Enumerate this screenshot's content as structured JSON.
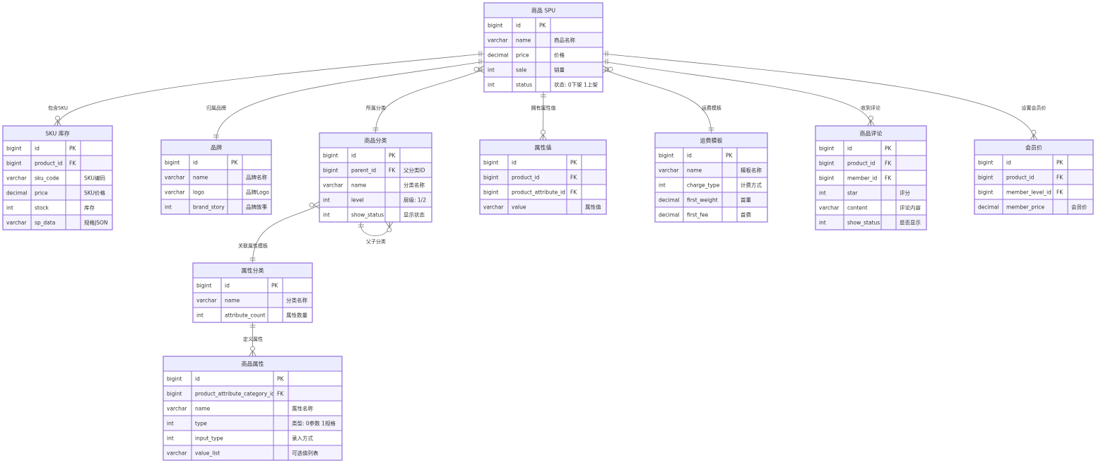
{
  "diagram": {
    "colors": {
      "border": "#9370db",
      "header_bg": "#ececff",
      "row_odd": "#ffffff",
      "row_even": "#f4f2ff",
      "line": "#777777",
      "text": "#333333"
    },
    "entities": [
      {
        "id": "spu",
        "title": "商品 SPU",
        "rows": [
          [
            "bigint",
            "id",
            "PK",
            ""
          ],
          [
            "varchar",
            "name",
            "",
            "商品名称"
          ],
          [
            "decimal",
            "price",
            "",
            "价格"
          ],
          [
            "int",
            "sale",
            "",
            "销量"
          ],
          [
            "int",
            "status",
            "",
            "状态: 0下架 1上架"
          ]
        ]
      },
      {
        "id": "sku",
        "title": "SKU 库存",
        "rows": [
          [
            "bigint",
            "id",
            "PK",
            ""
          ],
          [
            "bigint",
            "product_id",
            "FK",
            ""
          ],
          [
            "varchar",
            "sku_code",
            "",
            "SKU编码"
          ],
          [
            "decimal",
            "price",
            "",
            "SKU价格"
          ],
          [
            "int",
            "stock",
            "",
            "库存"
          ],
          [
            "varchar",
            "sp_data",
            "",
            "规格JSON"
          ]
        ]
      },
      {
        "id": "brand",
        "title": "品牌",
        "rows": [
          [
            "bigint",
            "id",
            "PK",
            ""
          ],
          [
            "varchar",
            "name",
            "",
            "品牌名称"
          ],
          [
            "varchar",
            "logo",
            "",
            "品牌Logo"
          ],
          [
            "int",
            "brand_story",
            "",
            "品牌故事"
          ]
        ]
      },
      {
        "id": "category",
        "title": "商品分类",
        "rows": [
          [
            "bigint",
            "id",
            "PK",
            ""
          ],
          [
            "bigint",
            "parent_id",
            "FK",
            "父分类ID"
          ],
          [
            "varchar",
            "name",
            "",
            "分类名称"
          ],
          [
            "int",
            "level",
            "",
            "层级: 1/2"
          ],
          [
            "int",
            "show_status",
            "",
            "显示状态"
          ]
        ]
      },
      {
        "id": "attrvalue",
        "title": "属性值",
        "rows": [
          [
            "bigint",
            "id",
            "PK",
            ""
          ],
          [
            "bigint",
            "product_id",
            "FK",
            ""
          ],
          [
            "bigint",
            "product_attribute_id",
            "FK",
            ""
          ],
          [
            "varchar",
            "value",
            "",
            "属性值"
          ]
        ]
      },
      {
        "id": "freight",
        "title": "运费模板",
        "rows": [
          [
            "bigint",
            "id",
            "PK",
            ""
          ],
          [
            "varchar",
            "name",
            "",
            "模板名称"
          ],
          [
            "int",
            "charge_type",
            "",
            "计费方式"
          ],
          [
            "decimal",
            "first_weight",
            "",
            "首重"
          ],
          [
            "decimal",
            "first_fee",
            "",
            "首费"
          ]
        ]
      },
      {
        "id": "comment",
        "title": "商品评论",
        "rows": [
          [
            "bigint",
            "id",
            "PK",
            ""
          ],
          [
            "bigint",
            "product_id",
            "FK",
            ""
          ],
          [
            "bigint",
            "member_id",
            "FK",
            ""
          ],
          [
            "int",
            "star",
            "",
            "评分"
          ],
          [
            "varchar",
            "content",
            "",
            "评论内容"
          ],
          [
            "int",
            "show_status",
            "",
            "是否显示"
          ]
        ]
      },
      {
        "id": "memberprice",
        "title": "会员价",
        "rows": [
          [
            "bigint",
            "id",
            "PK",
            ""
          ],
          [
            "bigint",
            "product_id",
            "FK",
            ""
          ],
          [
            "bigint",
            "member_level_id",
            "FK",
            ""
          ],
          [
            "decimal",
            "member_price",
            "",
            "会员价"
          ]
        ]
      },
      {
        "id": "attrcat",
        "title": "属性分类",
        "rows": [
          [
            "bigint",
            "id",
            "PK",
            ""
          ],
          [
            "varchar",
            "name",
            "",
            "分类名称"
          ],
          [
            "int",
            "attribute_count",
            "",
            "属性数量"
          ]
        ]
      },
      {
        "id": "attr",
        "title": "商品属性",
        "rows": [
          [
            "bigint",
            "id",
            "PK",
            ""
          ],
          [
            "bigint",
            "product_attribute_category_id",
            "FK",
            ""
          ],
          [
            "varchar",
            "name",
            "",
            "属性名称"
          ],
          [
            "int",
            "type",
            "",
            "类型: 0参数 1规格"
          ],
          [
            "int",
            "input_type",
            "",
            "录入方式"
          ],
          [
            "varchar",
            "value_list",
            "",
            "可选值列表"
          ]
        ]
      }
    ],
    "relations": [
      {
        "id": "spu-sku",
        "label": "包含SKU"
      },
      {
        "id": "spu-brand",
        "label": "归属品牌"
      },
      {
        "id": "spu-category",
        "label": "所属分类"
      },
      {
        "id": "spu-attrvalue",
        "label": "拥有属性值"
      },
      {
        "id": "spu-freight",
        "label": "运费模板"
      },
      {
        "id": "spu-comment",
        "label": "收到评论"
      },
      {
        "id": "spu-memberprice",
        "label": "设置会员价"
      },
      {
        "id": "category-self",
        "label": "父子分类"
      },
      {
        "id": "category-attrcat",
        "label": "关联属性模板"
      },
      {
        "id": "attrcat-attr",
        "label": "定义属性"
      }
    ]
  }
}
